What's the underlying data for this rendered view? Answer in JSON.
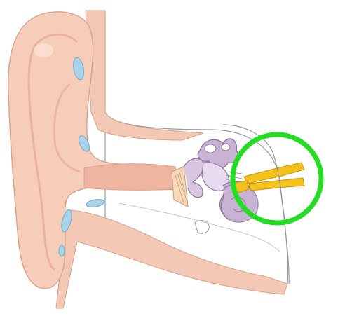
{
  "diagram": {
    "subject": "human-ear-cross-section",
    "parts": [
      "outer-ear",
      "ear-canal",
      "eardrum",
      "ossicles",
      "cochlea",
      "semicircular-canals",
      "auditory-nerve",
      "skull"
    ],
    "highlight": {
      "target": "auditory-nerve",
      "shape": "circle",
      "color": "#22dd22"
    }
  },
  "colors": {
    "skin": "#f3c8b4",
    "skin_light": "#fbe3d6",
    "skin_outline": "#d9a08a",
    "bone": "#ffffff",
    "bone_outline": "#9a9a9a",
    "canal": "#f0b5a0",
    "cartilage": "#a9d3ea",
    "inner_ear": "#c8b3d3",
    "inner_ear_outline": "#8e75a0",
    "eardrum": "#f6d9b8",
    "nerve": "#f5c21b",
    "nerve_outline": "#c9960c",
    "highlight": "#22dd22"
  }
}
